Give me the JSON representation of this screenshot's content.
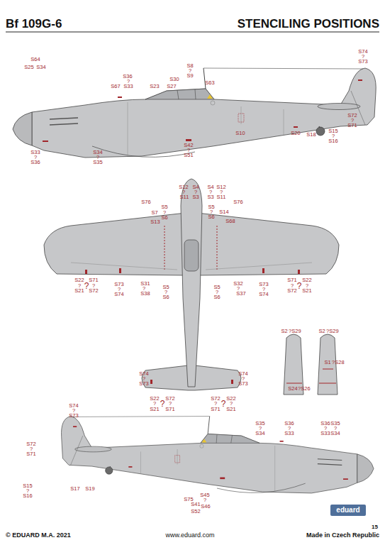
{
  "diagram": {
    "title": "STENCILING POSITIONS",
    "labels": [
      "Bf 109G-6",
      "S64",
      "S25",
      "S34",
      "S36",
      "?",
      "S67",
      "S33",
      "S23",
      "S27",
      "S30",
      "S8",
      "?",
      "S9",
      "S63",
      "S74",
      "?",
      "S73",
      "S72",
      "?",
      "S71",
      "S10",
      "S20",
      "S18",
      "S15",
      "?",
      "S16",
      "S42",
      "?",
      "S51",
      "S33",
      "?",
      "S36",
      "S34",
      "?",
      "S35",
      "S12",
      "S4",
      "?",
      "?",
      "S11",
      "S3",
      "S4",
      "S12",
      "?",
      "?",
      "S3",
      "S11",
      "S76",
      "S76",
      "S5",
      "S7",
      "?",
      "S6",
      "S13",
      "S5",
      "?",
      "S6",
      "S14",
      "S68",
      "S22",
      "?",
      "S21",
      "?",
      "S71",
      "?",
      "S72",
      "S73",
      "?",
      "S74",
      "S31",
      "?",
      "S38",
      "S5",
      "?",
      "S6",
      "S5",
      "?",
      "S6",
      "S32",
      "?",
      "S37",
      "S73",
      "?",
      "S74",
      "S71",
      "?",
      "S72",
      "?",
      "S22",
      "?",
      "S21",
      "S74",
      "?",
      "S73",
      "S74",
      "?",
      "S73",
      "S22",
      "?",
      "S21",
      "?",
      "S72",
      "?",
      "S71",
      "S72",
      "?",
      "S71",
      "?",
      "S22",
      "?",
      "S21",
      "S2",
      "?",
      "S29",
      "S2",
      "?",
      "S29",
      "S1",
      "?",
      "S28",
      "S24",
      "?",
      "S26",
      "S74",
      "?",
      "S73",
      "S72",
      "?",
      "S71",
      "S15",
      "?",
      "S16",
      "S17",
      "S19",
      "S35",
      "?",
      "S34",
      "S36",
      "?",
      "S33",
      "S36",
      "S35",
      "?",
      "?",
      "S33",
      "S34",
      "S75",
      "S45",
      "S41",
      "?",
      "S46",
      "S52",
      "eduard",
      "© EDUARD M.A. 2021",
      "www.eduard.com",
      "Made in Czech Republic",
      "15"
    ]
  }
}
